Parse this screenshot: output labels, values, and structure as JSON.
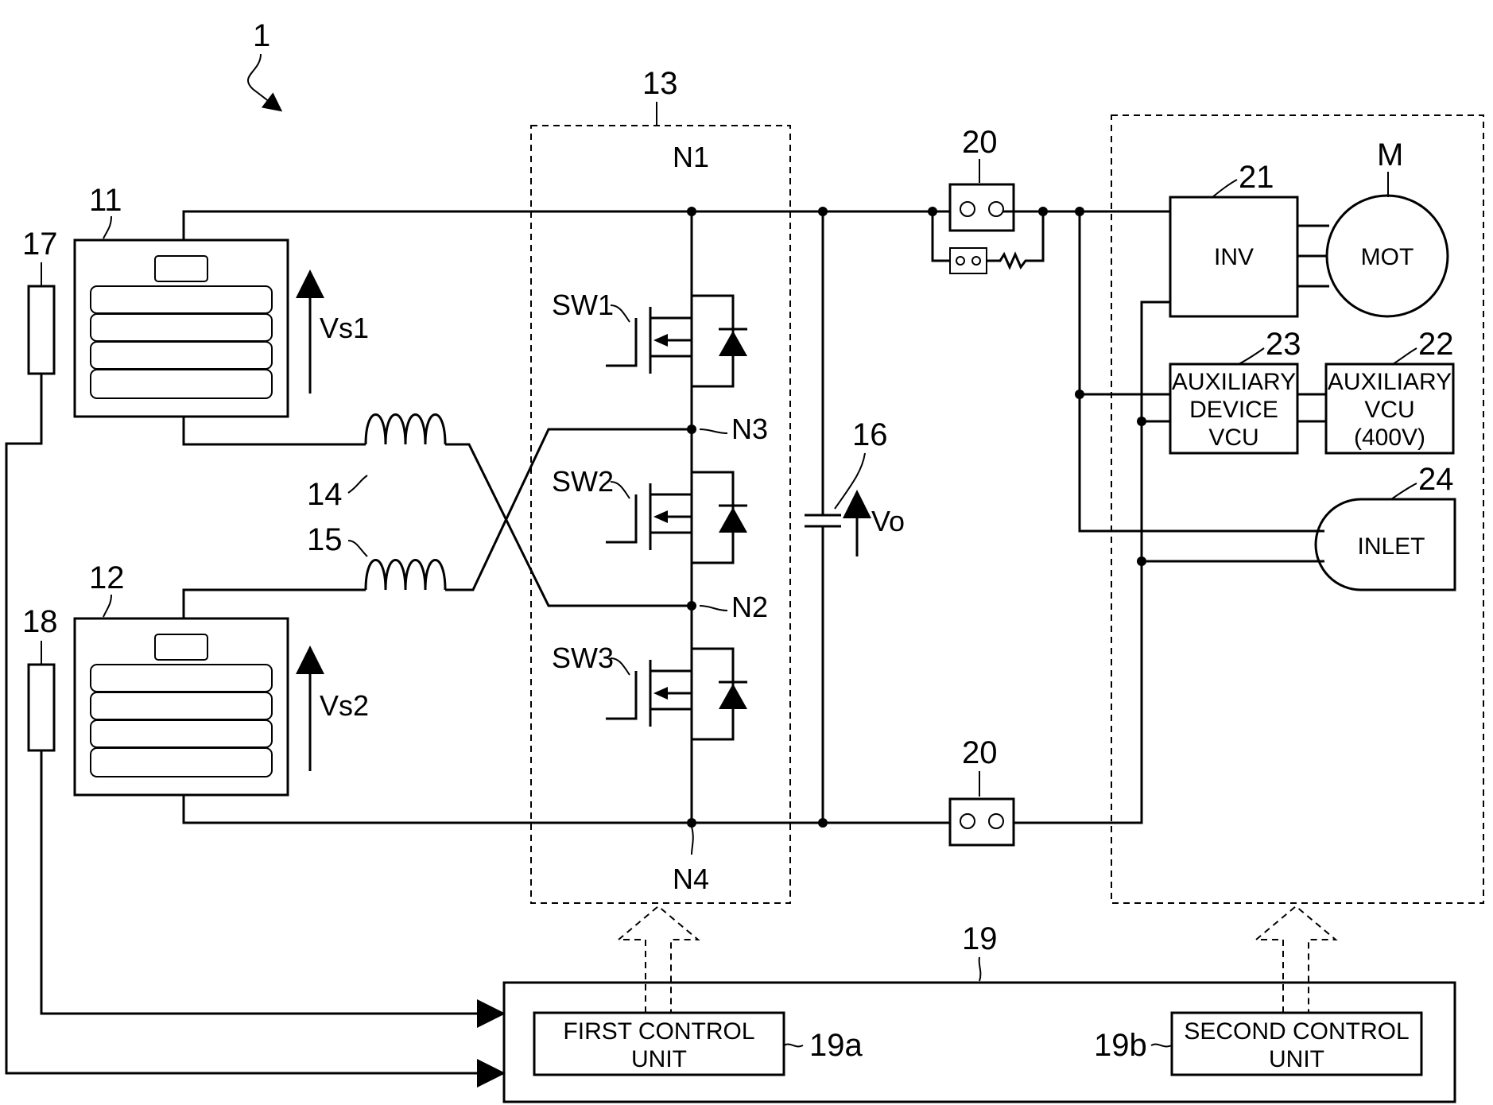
{
  "figure": {
    "ref_main": "1",
    "battery_1": {
      "ref": "11",
      "voltage": "Vs1"
    },
    "battery_2": {
      "ref": "12",
      "voltage": "Vs2"
    },
    "sensor_1": {
      "ref": "17"
    },
    "sensor_2": {
      "ref": "18"
    },
    "converter": {
      "ref": "13",
      "nodes": [
        "N1",
        "N3",
        "N2",
        "N4"
      ],
      "switches": [
        "SW1",
        "SW2",
        "SW3"
      ]
    },
    "inductor_1": {
      "ref": "14"
    },
    "inductor_2": {
      "ref": "15"
    },
    "capacitor": {
      "ref": "16",
      "voltage": "Vo"
    },
    "contactor_top": {
      "ref": "20"
    },
    "contactor_bottom": {
      "ref": "20"
    },
    "inverter": {
      "ref": "21",
      "label": "INV"
    },
    "motor": {
      "ref": "M",
      "label": "MOT"
    },
    "aux_device_vcu": {
      "ref": "23",
      "line1": "AUXILIARY",
      "line2": "DEVICE",
      "line3": "VCU"
    },
    "aux_vcu": {
      "ref": "22",
      "line1": "AUXILIARY",
      "line2": "VCU",
      "line3": "(400V)"
    },
    "inlet": {
      "ref": "24",
      "label": "INLET"
    },
    "controller": {
      "ref": "19",
      "unit_a": {
        "ref": "19a",
        "line1": "FIRST CONTROL",
        "line2": "UNIT"
      },
      "unit_b": {
        "ref": "19b",
        "line1": "SECOND CONTROL",
        "line2": "UNIT"
      }
    }
  }
}
